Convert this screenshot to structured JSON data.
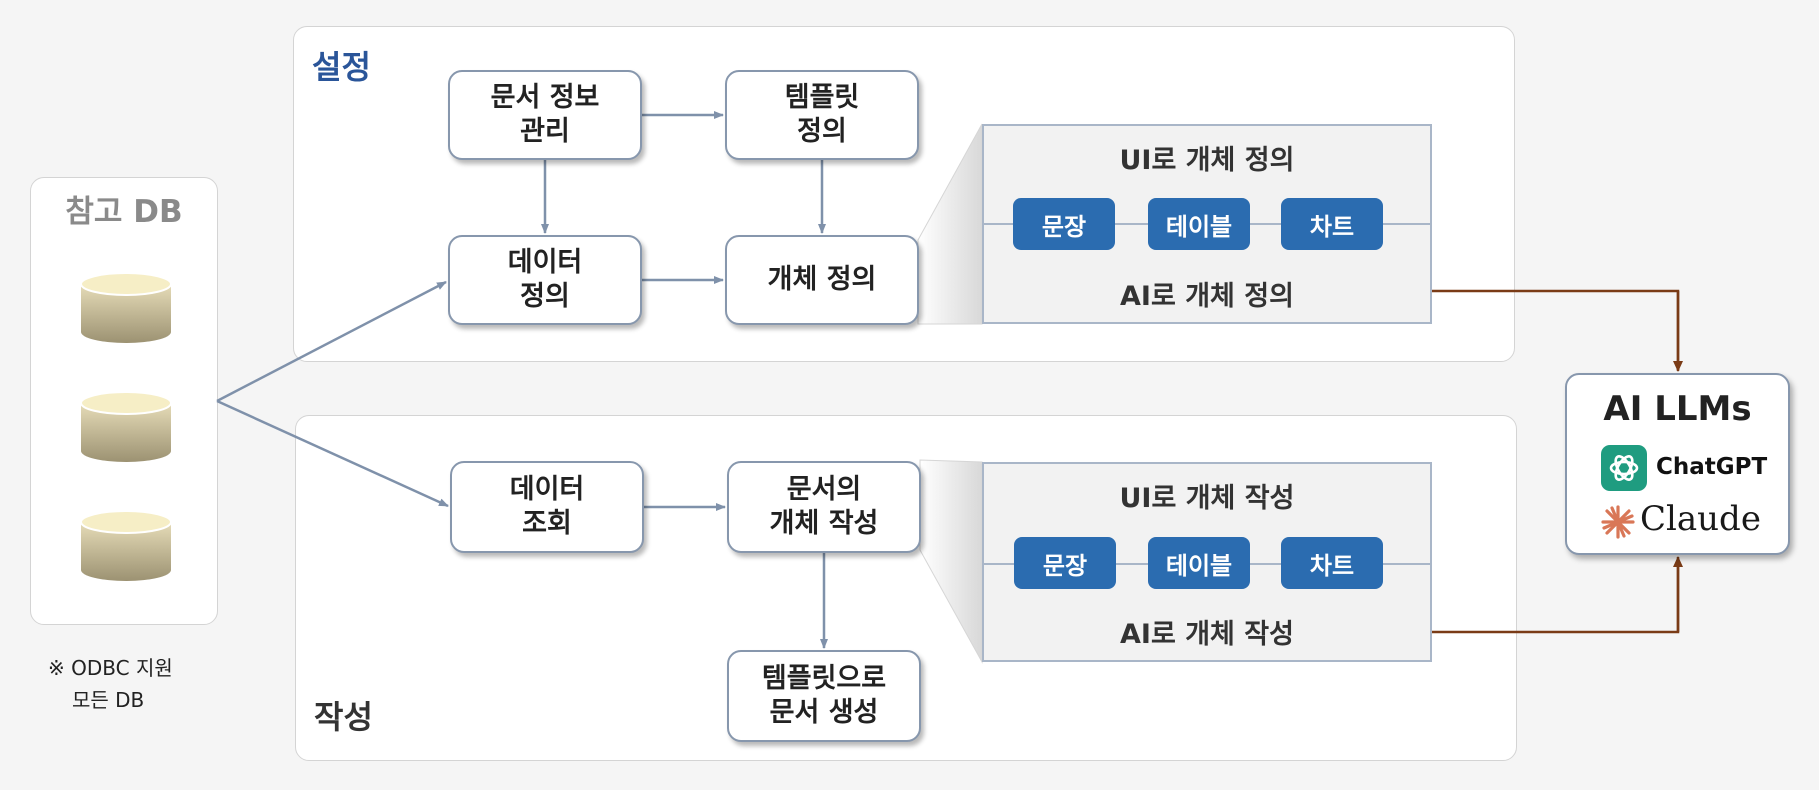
{
  "reference_db": {
    "title": "참고 DB",
    "note_line1": "※ ODBC 지원",
    "note_line2": "모든 DB"
  },
  "setup": {
    "title": "설정",
    "title_color": "#2a5599",
    "boxes": {
      "doc_info": [
        "문서 정보",
        "관리"
      ],
      "template_def": [
        "템플릿",
        "정의"
      ],
      "data_def": [
        "데이터",
        "정의"
      ],
      "object_def": "개체 정의"
    },
    "detail": {
      "ui_title": "UI로 개체 정의",
      "ai_title": "AI로 개체 정의",
      "items": [
        "문장",
        "테이블",
        "차트"
      ]
    }
  },
  "authoring": {
    "title": "작성",
    "title_color": "#333333",
    "boxes": {
      "data_query": [
        "데이터",
        "조회"
      ],
      "doc_object_write": [
        "문서의",
        "개체 작성"
      ],
      "doc_generate": [
        "템플릿으로",
        "문서 생성"
      ]
    },
    "detail": {
      "ui_title": "UI로 개체 작성",
      "ai_title": "AI로 개체 작성",
      "items": [
        "문장",
        "테이블",
        "차트"
      ]
    }
  },
  "ai_llms": {
    "title": "AI LLMs",
    "providers": [
      "ChatGPT",
      "Claude"
    ]
  },
  "colors": {
    "pill": "#2b6cb0",
    "connector": "#7f91aa",
    "ai_link": "#7a3b16"
  }
}
